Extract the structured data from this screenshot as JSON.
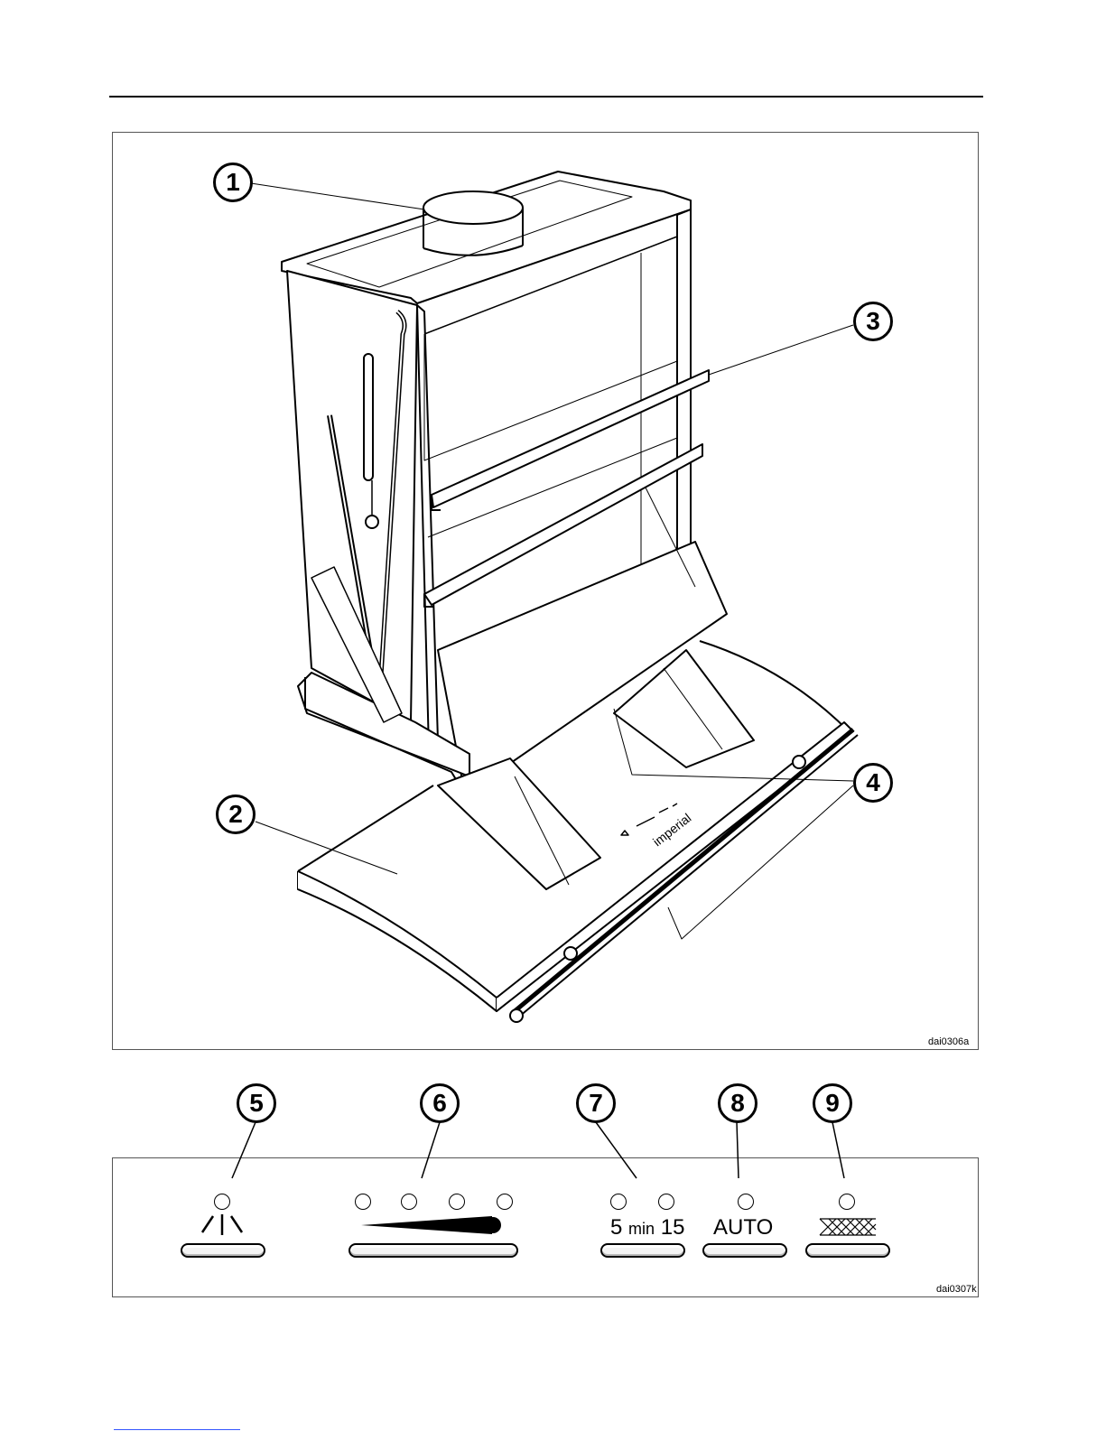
{
  "figure_top": {
    "code": "dai0306a",
    "callouts": [
      "1",
      "2",
      "3",
      "4"
    ],
    "brand": "imperial"
  },
  "figure_bottom": {
    "code": "dai0307k",
    "callouts": [
      "5",
      "6",
      "7",
      "8",
      "9"
    ],
    "timer": {
      "short": "5",
      "unit": "min",
      "long": "15"
    },
    "auto_label": "AUTO"
  }
}
